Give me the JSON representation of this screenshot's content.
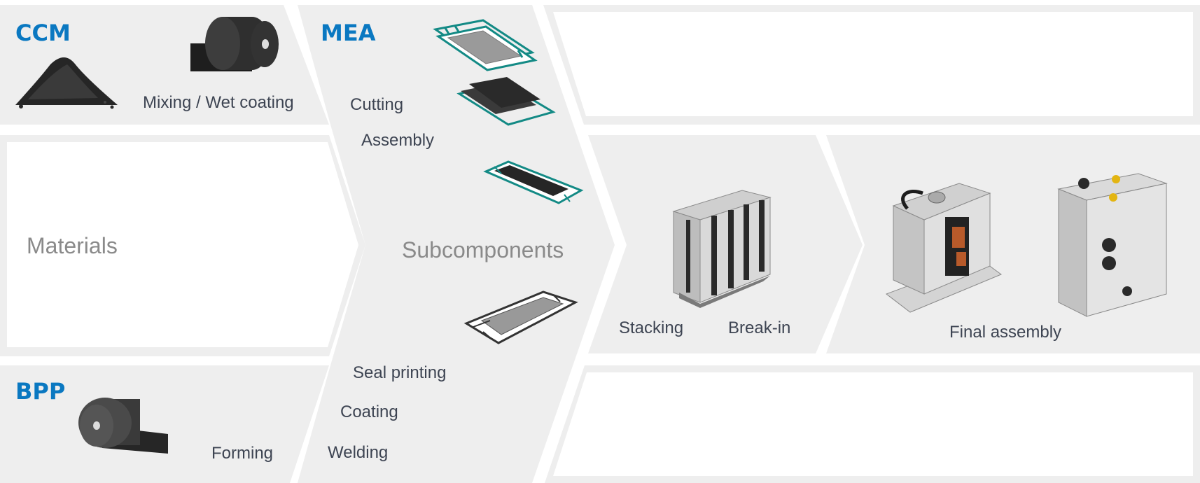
{
  "colors": {
    "panel": "#eeeeee",
    "white": "#ffffff",
    "accent_blue": "#0a78c1",
    "teal": "#138a85",
    "dark": "#2b2b2b",
    "text": "#3d4452",
    "section_text": "#8a8a8a"
  },
  "headings": {
    "ccm": "CCM",
    "mea": "MEA",
    "bpp": "BPP"
  },
  "sections": {
    "materials": "Materials",
    "subcomponents": "Subcomponents"
  },
  "labels": {
    "mixing_wet_coating": "Mixing / Wet coating",
    "cutting": "Cutting",
    "assembly": "Assembly",
    "seal_printing": "Seal printing",
    "coating": "Coating",
    "welding": "Welding",
    "forming": "Forming",
    "stacking": "Stacking",
    "break_in": "Break-in",
    "final_assembly": "Final assembly"
  },
  "icons": {
    "powder": "carbon-powder-pile-icon",
    "roll_ccm": "material-roll-icon",
    "roll_bpp": "material-roll-icon",
    "mea_layers": "mea-layer-stack-icon",
    "stack": "fuel-cell-stack-icon",
    "module": "fuel-cell-module-icon",
    "housing": "fuel-cell-housing-icon",
    "plate": "bipolar-plate-icon"
  }
}
